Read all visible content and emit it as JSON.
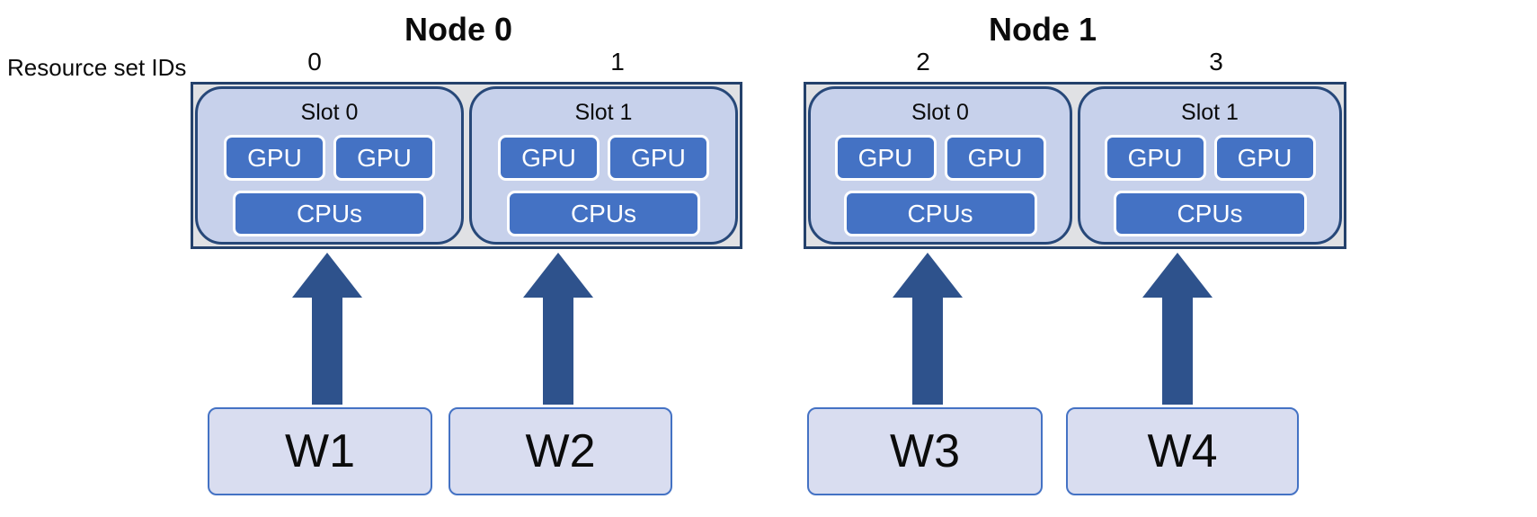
{
  "diagram": {
    "resource_set_label": "Resource set IDs",
    "nodes": [
      {
        "title": "Node 0",
        "slots": [
          {
            "resource_set_id": "0",
            "label": "Slot 0",
            "gpus": [
              "GPU",
              "GPU"
            ],
            "cpus": "CPUs"
          },
          {
            "resource_set_id": "1",
            "label": "Slot 1",
            "gpus": [
              "GPU",
              "GPU"
            ],
            "cpus": "CPUs"
          }
        ]
      },
      {
        "title": "Node 1",
        "slots": [
          {
            "resource_set_id": "2",
            "label": "Slot 0",
            "gpus": [
              "GPU",
              "GPU"
            ],
            "cpus": "CPUs"
          },
          {
            "resource_set_id": "3",
            "label": "Slot 1",
            "gpus": [
              "GPU",
              "GPU"
            ],
            "cpus": "CPUs"
          }
        ]
      }
    ],
    "workers": [
      {
        "label": "W1"
      },
      {
        "label": "W2"
      },
      {
        "label": "W3"
      },
      {
        "label": "W4"
      }
    ]
  },
  "colors": {
    "component_fill": "#4472C4",
    "slot_fill": "#C7D1EB",
    "slot_border": "#274879",
    "node_fill": "#E0E1E4",
    "node_border": "#24416B",
    "worker_fill": "#D9DDF0",
    "worker_border": "#4472C4",
    "arrow": "#2E528C"
  }
}
